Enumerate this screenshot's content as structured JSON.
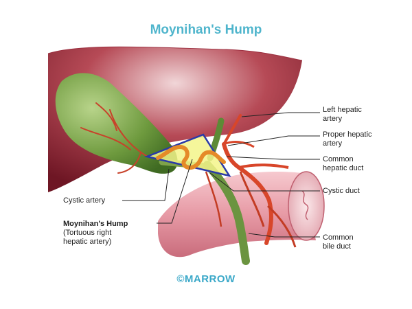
{
  "title": "Moynihan's Hump",
  "watermark": "MARROW",
  "labels": {
    "left_hepatic_artery": [
      "Left hepatic",
      "artery"
    ],
    "proper_hepatic_artery": [
      "Proper hepatic",
      "artery"
    ],
    "common_hepatic_duct": [
      "Common",
      "hepatic duct"
    ],
    "cystic_duct": "Cystic duct",
    "cystic_artery": "Cystic artery",
    "moynihans_hump_title": "Moynihan's Hump",
    "moynihans_hump_desc": [
      "(Tortuous right",
      "hepatic artery)"
    ],
    "common_bile_duct": [
      "Common",
      "bile duct"
    ]
  },
  "footer": "©MARROW",
  "colors": {
    "title": "#4fb5cc",
    "liver": "#8a2030",
    "gallbladder": "#6e9a3e",
    "artery": "#d8462a",
    "duct": "#7fa24a",
    "duodenum": "#e8a0a8",
    "triangle_outline": "#2a3aa8",
    "triangle_fill": "#f3f58a"
  }
}
